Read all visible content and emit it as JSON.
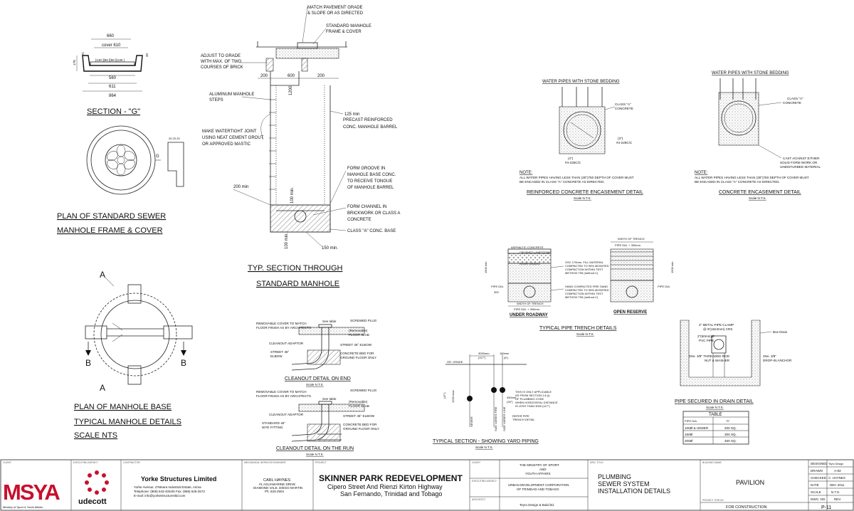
{
  "section_g": {
    "title": "SECTION - \"G\"",
    "dims": {
      "d660": "660",
      "cover": "cover 610",
      "inner": "[130 ][50 ][50 ][130 ]",
      "d560": "560",
      "d611": "611",
      "d864": "864",
      "d178": "178",
      "d71": "71",
      "d40": "40"
    }
  },
  "plan_cover": {
    "title_line1": "PLAN OF STANDARD SEWER",
    "title_line2": "MANHOLE FRAME & COVER",
    "g_label": "G",
    "side_dims": "25 25 25"
  },
  "plan_base": {
    "title_line1": "PLAN OF MANHOLE BASE",
    "title_line2": "TYPICAL MANHOLE DETAILS",
    "title_line3": "SCALE NTS",
    "a_label": "A",
    "b_label": "B"
  },
  "manhole_section": {
    "title_line1": "TYP. SECTION THROUGH",
    "title_line2": "STANDARD MANHOLE",
    "notes": {
      "match_grade1": "MATCH PAVEMENT GRADE",
      "match_grade2": "& SLOPE OR AS DIRECTED",
      "frame1": "STANDARD MANHOLE",
      "frame2": "FRAME & COVER",
      "adjust1": "ADJUST TO GRADE",
      "adjust2": "WITH MAX. OF TWO",
      "adjust3": "COURSES OF BRICK",
      "steps1": "ALUMINUM MANHOLE",
      "steps2": "STEPS",
      "barrel0": "125 min",
      "barrel1": "PRECAST REINFORCED",
      "barrel2": "CONC. MANHOLE BARREL",
      "joint1": "MAKE WATERTIGHT JOINT",
      "joint2": "USING NEAT CEMENT GROUT",
      "joint3": "OR APPROVED MASTIC",
      "groove1": "FORM GROOVE IN",
      "groove2": "MANHOLE BASE CONC.",
      "groove3": "TO RECEIVE TONGUE",
      "groove4": "OF MANHOLE BARREL",
      "channel1": "FORM CHANNEL IN",
      "channel2": "BRICKWORK OR CLASS A",
      "channel3": "CONCRETE",
      "base": "CLASS \"A\" CONC. BASE",
      "d200min": "200 min",
      "d150min": "150 min.",
      "d100min": "100 min.",
      "d100min_v": "100 min.",
      "d200a": "200",
      "d600": "600",
      "d200b": "200",
      "d1200": "1200"
    }
  },
  "cleanout_end": {
    "title": "CLEANOUT DETAIL ON END",
    "scale": "Scale N.T.S.",
    "cover1": "REMOVABLE COVER TO MATCH",
    "cover2": "FLOOR FINISH AS BY ARCHITECTS",
    "see_table": "See table",
    "plug": "SCREWED PLUG",
    "floor1": "(Removable)",
    "floor2": "FLOOR SLAB",
    "adaptor": "CLEANOUT ADAPTOR",
    "elbow45": "STREET 45° ELBOW",
    "street1": "STREET 45°",
    "street2": "ELBOW",
    "bed1": "CONCRETE BED FOR",
    "bed2": "GROUND FLOOR ONLY"
  },
  "cleanout_run": {
    "title": "CLEANOUT DETAIL ON THE RUN",
    "scale": "Scale N.T.S.",
    "cover1": "REMOVABLE COVER TO MATCH",
    "cover2": "FLOOR FINISH AS BY ARCHITECTS",
    "see_table": "See table",
    "plug": "SCREWED PLUG",
    "floor1": "(Removable)",
    "floor2": "FLOOR SLAB",
    "adaptor": "CLEANOUT ADAPTOR",
    "elbow45": "STREET 45° ELBOW",
    "std1": "STANDARD 45°",
    "std2": "WYE FITTING",
    "bed1": "CONCRETE BED FOR",
    "bed2": "GROUND FLOOR ONLY"
  },
  "reinforced_encasement": {
    "header": "WATER PIPES WITH STONE BEDDING",
    "title": "REINFORCED CONCRETE ENCASEMENT DETAIL",
    "scale": "Scale N.T.S.",
    "class_a1": "CLASS \"A\"",
    "class_a2": "CONCRETE",
    "bars": "#4-225C/C",
    "dim3": "(3\")",
    "dim4": "(4\")",
    "note_head": "NOTE:",
    "note1": "ALL WATER PIPES HAVING LESS THAN (30\")750 DEPTH OF COVER MUST",
    "note2": "BE ENCASED IN CLASS \"A\" CONCRETE AS DIRECTED."
  },
  "concrete_encasement": {
    "header": "WATER PIPES WITH STONE BEDDING",
    "title": "CONCRETE ENCASEMENT DETAIL",
    "scale": "Scale N.T.S.",
    "class_a1": "CLASS \"A\"",
    "class_a2": "CONCRETE",
    "cast1": "CAST AGAINST EITHER",
    "cast2": "SOLID FORM WORK OR",
    "cast3": "UNDISTURBED MATERIAL",
    "note_head": "NOTE:",
    "note1": "ALL WATER PIPES HAVING LESS THAN (30\")750 DEPTH OF COVER MUST",
    "note2": "BE ENCASED IN CLASS \"A\" CONCRETE AS DIRECTED."
  },
  "pipe_trench": {
    "title": "TYPICAL PIPE TRENCH DETAILS",
    "scale": "Scale N.T.S.",
    "under_roadway": "UNDER ROADWAY",
    "open_reserve": "OPEN RESERVE",
    "asphalt": "ASPHALTIC CONCRETE",
    "base": "CRUSHED LIMESTONE",
    "gravel": "RIVER GRAVEL",
    "width1": "WIDTH OF TRENCH",
    "width2": "PIPE DIA. + 300mm",
    "fill1": "OSC 175mm. FILL MATERIAL",
    "fill2": "COMPACTED TO 95% MODIFIED",
    "fill3": "COMPACTION WITHIN TEST",
    "fill4": "METHOD T99 (method C)",
    "hand1": "HAND COMPACTED FIRE SAND",
    "hand2": "COMPACTED TO 95% MODIFIED",
    "hand3": "COMPACTION WITHIN TEST",
    "hand4": "METHOD T99 (method C)",
    "d1500": "1500 min",
    "pipe_dia": "PIPE DIA.",
    "d300": "300",
    "bottom1": "WIDTH OF TRENCH",
    "bottom2": "PIPE DIA. + 300mm",
    "top1": "WIDTH OF TRENCH",
    "top2": "PIPE DIA. + 300mm"
  },
  "yard_piping": {
    "title": "TYPICAL SECTION - SHOWING YARD PIPING",
    "scale": "Scale N.T.S.",
    "grade": "GR. GRADE",
    "d3000": "3000mm",
    "d117a": "(117\")",
    "d150": "150mm",
    "d6": "(6\")",
    "d450": "450mm",
    "d18": "(18\")",
    "d47": "(47\")",
    "d1200": "1200 max",
    "note1": "THIS IS ONLY APPLICABLE",
    "note2": "AS FROM SECTION 2.6 (i)",
    "note3": "OF PLUMBING CODE",
    "note4": "WHEN HORIZONTAL DISTANCE",
    "note5": "IS LESS THAN 3000 (117\")",
    "refer1": "REFER PIPE",
    "refer2": "TRENCH DETAIL",
    "sewer": "SEWER",
    "size_varies": "SIZE VARIES FIRE",
    "size_varies2": "SIZE VARIES LINE"
  },
  "drain_detail": {
    "title": "PIPE SECURED IN DRAIN DETAIL",
    "scale": "Scale N.T.S.",
    "clamp1": "2\" METAL PIPE CLAMP",
    "clamp2": "@ 9'(1524mm) CRS",
    "pvc1": "2\"(50mm)Ø",
    "pvc2": "PVC PIPE",
    "box": "Box Drain",
    "rod1": "2No. 3/8\" THREADED ROD",
    "rod2": "NUT & WASHER",
    "anchor1": "2No. 3/8\"",
    "anchor2": "DROP-IN ANCHOR"
  },
  "pipe_table": {
    "title": "TABLE",
    "headers": [
      "PIPE DIA.",
      "\"D\""
    ],
    "rows": [
      [
        "100Ø & UNDER",
        "200 SQ."
      ],
      [
        "150Ø",
        "300 SQ."
      ],
      [
        "200Ø",
        "450 SQ."
      ]
    ]
  },
  "title_block": {
    "hdr_client_logo": "CLIENT",
    "hdr_agency": "EXECUTING AGENCY",
    "hdr_contractor": "CONTRACTOR",
    "hdr_mep": "MECHANICAL SERVICES ENGINEER",
    "hdr_project": "PROJECT",
    "hdr_client": "CLIENT",
    "hdr_exec": "EXECUTING AGENCY",
    "hdr_architect": "ARCHITECT",
    "hdr_title": "DRG. TITLE",
    "hdr_building": "BUILDING NAME",
    "hdr_status": "PROJECT STATUS",
    "msya_logo": "MSYA",
    "msya_caption": "Ministry of Sport & Youth Affairs",
    "udecott_logo": "udecott",
    "contractor_name": "Yorke Structures Limited",
    "contractor_addr1": "Yorke Avenue, O'Meara Industrial Estate, Arima",
    "contractor_addr2": "Telephone: (868) 643-3334/5  Fax: (868) 646-2572",
    "contractor_addr3": "E-mail: info@yorkestructuresltd.com",
    "mep_name": "CARL HAYNES",
    "mep_addr1": "#1 AGUAMARINE DRIVE",
    "mep_addr2": "DIAMOND VALE, DIEGO MARTIN",
    "mep_addr3": "Ph: 633-2504",
    "project_line1": "SKINNER PARK REDEVELOPMENT",
    "project_line2": "Cipero Street And Rienzi Kirton Highway",
    "project_line3": "San Fernando, Trinidad and Tobago",
    "client_line1": "THE MINISTRY OF SPORT",
    "client_line2": "AND",
    "client_line3": "YOUTH AFFAIRS",
    "exec_line1": "URBAN DEVELOPMENT CORPORATION",
    "exec_line2": "OF TRINIDAD AND TOBAGO",
    "architect": "Teyro Design & Build ltd.",
    "drg_title1": "PLUMBING",
    "drg_title2": "SEWER SYSTEM",
    "drg_title3": "INSTALLATION DETAILS",
    "building": "PAVILION",
    "status": "FOR CONSTRUCTION",
    "rows": [
      {
        "label": "DESIGNED",
        "value": "Teyro Design"
      },
      {
        "label": "DRAWN",
        "value": "A-83"
      },
      {
        "label": "CHECKED",
        "value": "C. HAYNES"
      },
      {
        "label": "DATE",
        "value": "DEC 2011"
      },
      {
        "label": "SCALE",
        "value": "N.T.S."
      },
      {
        "label": "DWG. NO.",
        "value": "REV."
      }
    ],
    "dwg_no": "P-11"
  }
}
